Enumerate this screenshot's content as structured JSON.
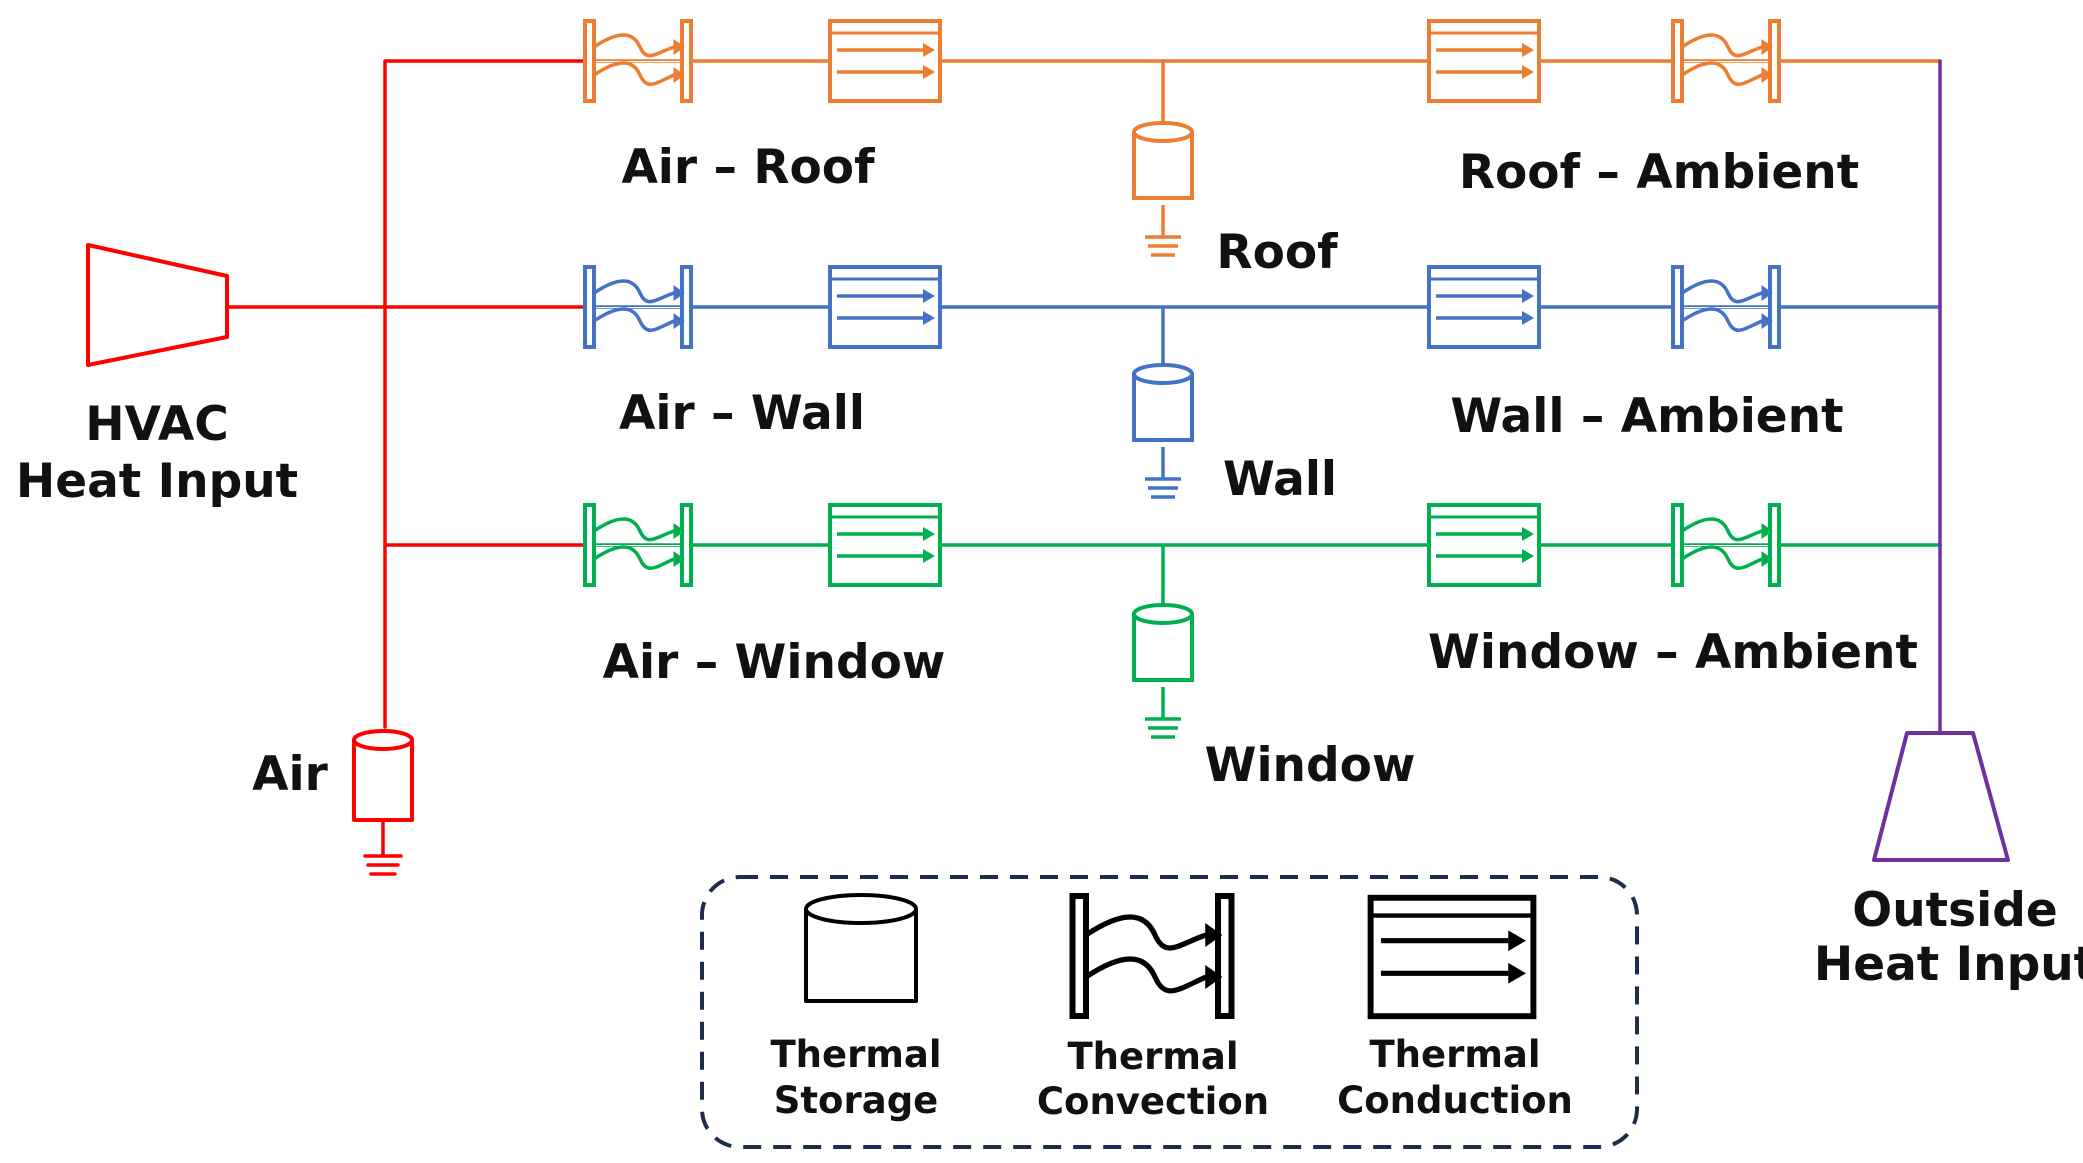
{
  "colors": {
    "air": "#ff0000",
    "roof": "#ed7d31",
    "wall": "#4472c4",
    "window": "#00b050",
    "outside": "#7030a0",
    "legend": "#000000",
    "legend_border": "#1f2d4d"
  },
  "sources": {
    "hvac": [
      "HVAC",
      "Heat Input"
    ],
    "outside": [
      "Outside",
      "Heat Input"
    ]
  },
  "nodes": {
    "air": "Air",
    "roof": "Roof",
    "wall": "Wall",
    "window": "Window"
  },
  "links": {
    "air_roof": "Air – Roof",
    "roof_ambient": "Roof – Ambient",
    "air_wall": "Air – Wall",
    "wall_ambient": "Wall – Ambient",
    "air_window": "Air – Window",
    "window_ambient": "Window – Ambient"
  },
  "legend": {
    "storage": [
      "Thermal",
      "Storage"
    ],
    "convection": [
      "Thermal",
      "Convection"
    ],
    "conduction": [
      "Thermal",
      "Conduction"
    ]
  },
  "icons": {
    "storage": "cylinder-icon",
    "convection": "convection-icon",
    "conduction": "conduction-icon",
    "ground": "ground-icon",
    "source": "trapezoid-source-icon"
  }
}
